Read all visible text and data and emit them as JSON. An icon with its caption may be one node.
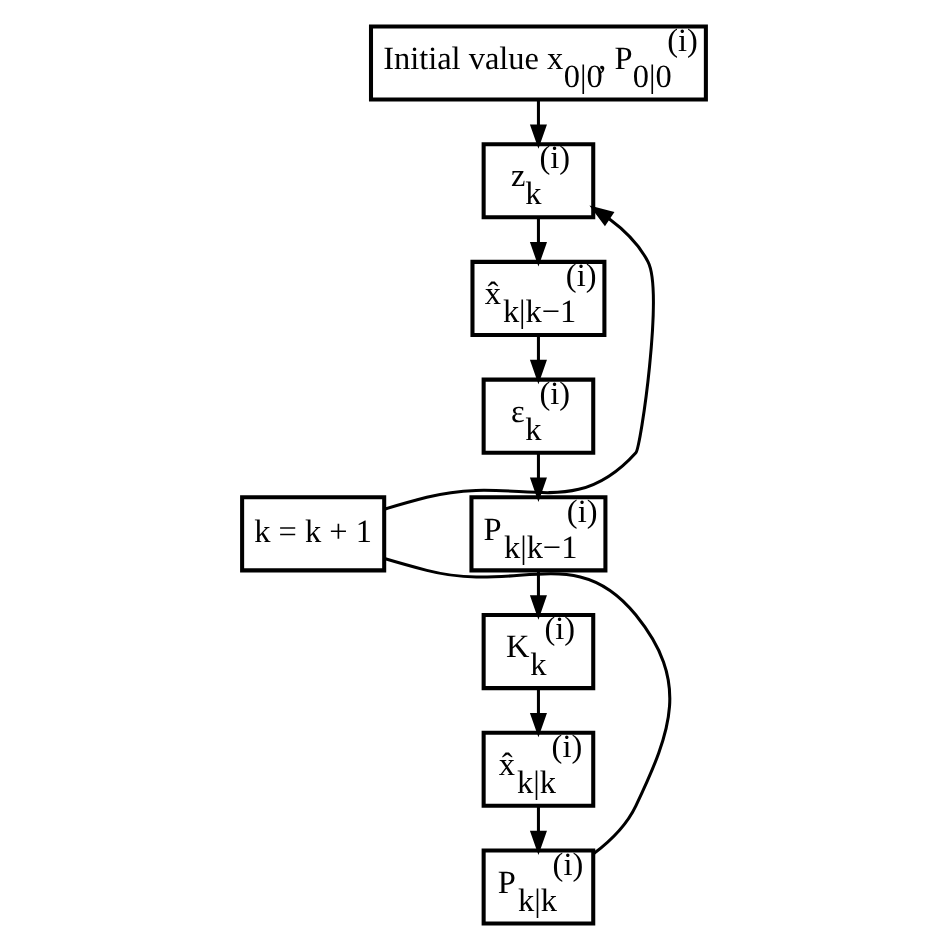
{
  "diagram": {
    "nodes": [
      {
        "text": [
          "Initial value x$_{0|0}$, P$_{0|0}$$^{(i)}$"
        ]
      },
      {
        "text": [
          "z$_{k}$$^{(i)}$"
        ]
      },
      {
        "text": [
          "x̂$_{k|k−1}$$^{(i)}$"
        ]
      },
      {
        "text": [
          "ε$_{k}$$^{(i)}$"
        ]
      },
      {
        "text": [
          "P$_{k|k−1}$$^{(i)}$"
        ]
      },
      {
        "text": [
          "K$_{k}$$^{(i)}$"
        ]
      },
      {
        "text": [
          "x̂$_{k|k}$$^{(i)}$"
        ]
      },
      {
        "text": [
          "P$_{k|k}$$^{(i)}$"
        ]
      },
      {
        "text": [
          "k = k + 1"
        ]
      }
    ],
    "edges": [
      {
        "from": 0,
        "to": 1,
        "arrow": "to"
      },
      {
        "from": 1,
        "to": 2,
        "arrow": "to"
      },
      {
        "from": 2,
        "to": 3,
        "arrow": "to"
      },
      {
        "from": 3,
        "to": 4,
        "arrow": "to"
      },
      {
        "from": 4,
        "to": 5,
        "arrow": "to"
      },
      {
        "from": 5,
        "to": 6,
        "arrow": "to"
      },
      {
        "from": 6,
        "to": 7,
        "arrow": "to"
      },
      {
        "from": 7,
        "to": 8,
        "arrow": "none"
      },
      {
        "from": 8,
        "to": 1,
        "arrow": "to"
      }
    ]
  }
}
